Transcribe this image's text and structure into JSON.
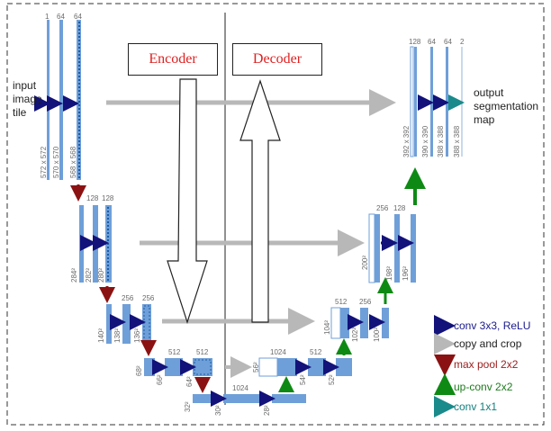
{
  "labels": {
    "encoder": "Encoder",
    "decoder": "Decoder",
    "input": [
      "input",
      "image",
      "tile"
    ],
    "output": [
      "output",
      "segmentation",
      "map"
    ]
  },
  "channels": {
    "l1": [
      "1",
      "64",
      "64"
    ],
    "l2": [
      "128",
      "128"
    ],
    "l3": [
      "256",
      "256"
    ],
    "l4": [
      "512",
      "512"
    ],
    "l5": [
      "1024"
    ],
    "d4": [
      "1024",
      "512"
    ],
    "d3": [
      "512",
      "256"
    ],
    "d2": [
      "256",
      "128"
    ],
    "d1": [
      "128",
      "64",
      "64",
      "2"
    ]
  },
  "sizes": {
    "l1": [
      "572 x 572",
      "570 x 570",
      "568 x 568"
    ],
    "l2": [
      "284²",
      "282²",
      "280²"
    ],
    "l3": [
      "140²",
      "138²",
      "136²"
    ],
    "l4": [
      "68²",
      "66²",
      "64²"
    ],
    "l5": [
      "32²",
      "30²",
      "28²"
    ],
    "d4": [
      "56²",
      "54²",
      "52²"
    ],
    "d3": [
      "104²",
      "102²",
      "100²"
    ],
    "d2": [
      "200²",
      "198²",
      "196²"
    ],
    "d1": [
      "392 x 392",
      "390 x 390",
      "388 x 388",
      "388 x 388"
    ]
  },
  "legend": [
    {
      "text": "conv 3x3, ReLU",
      "color": "#1a1a8c",
      "icon": "navy-arrow-icon"
    },
    {
      "text": "copy and crop",
      "color": "#222222",
      "icon": "gray-arrow-icon"
    },
    {
      "text": "max pool 2x2",
      "color": "#9b1c1c",
      "icon": "red-down-arrow-icon"
    },
    {
      "text": "up-conv 2x2",
      "color": "#1e7a1e",
      "icon": "green-up-arrow-icon"
    },
    {
      "text": "conv 1x1",
      "color": "#137f7f",
      "icon": "teal-arrow-icon"
    }
  ],
  "colors": {
    "feature": "#6f9fd8",
    "conv": "#12127a",
    "copy": "#b8b8b8",
    "pool": "#8b1212",
    "upconv": "#0e8a14",
    "final": "#1a8a8a"
  }
}
